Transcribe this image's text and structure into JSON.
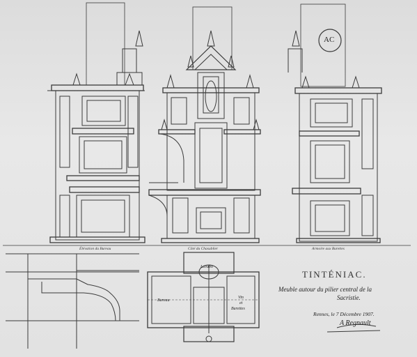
{
  "sheet": {
    "title": "TINTÉNIAC.",
    "subtitle_line1": "Meuble autour du pilier central de la",
    "subtitle_line2": "Sacristie.",
    "date_line": "Rennes, le 7 Décembre 1907.",
    "signature": "A Regnault",
    "monogram": "AC"
  },
  "captions": {
    "left_elevation": "Élévation du Bureau",
    "center_elevation": "Côté du Chasublier",
    "right_elevation": "Armoire aux Burettes"
  },
  "plan_labels": {
    "lavabo": "Lavabo",
    "bureau": "Bureau",
    "vin_line1": "Vin",
    "vin_line2": "et",
    "vin_line3": "Burettes"
  },
  "colors": {
    "paper": "#e2e2e2",
    "ink": "#3a3a3a"
  }
}
